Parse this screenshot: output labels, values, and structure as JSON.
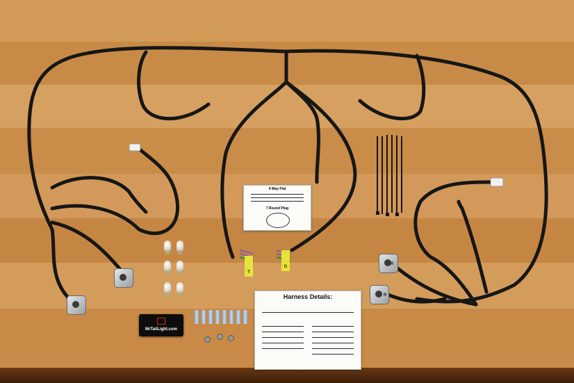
{
  "scene": {
    "wood_color": "#d09650",
    "wire_color": "#161616",
    "card_color": "#fbfbf8"
  },
  "small_card": {
    "heading_top": "4 Way Flat",
    "heading_bottom": "7 Round Plug"
  },
  "details_card": {
    "title": "Harness Details:"
  },
  "logo": {
    "text": "MrTailLight.com",
    "icon": "truck-icon"
  },
  "tags": [
    {
      "label": "T"
    },
    {
      "label": "G"
    }
  ],
  "sockets": [
    {
      "label": "R"
    },
    {
      "label": "R"
    }
  ]
}
